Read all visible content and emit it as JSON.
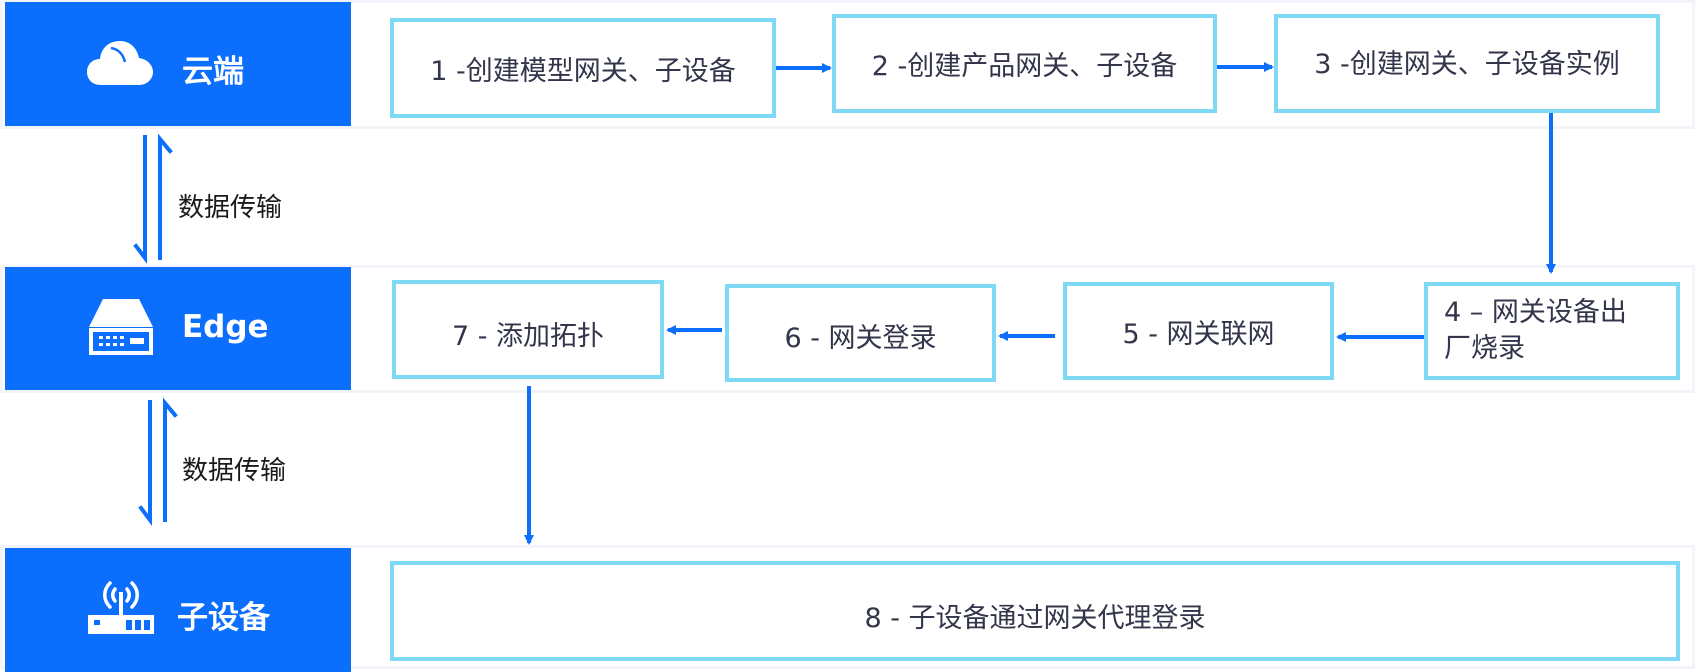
{
  "lanes": [
    {
      "id": "cloud",
      "label": "云端",
      "icon": "cloud-icon"
    },
    {
      "id": "edge",
      "label": "Edge",
      "icon": "gateway-server-icon"
    },
    {
      "id": "subdevice",
      "label": "子设备",
      "icon": "wireless-router-icon"
    }
  ],
  "transfers": [
    {
      "label": "数据传输"
    },
    {
      "label": "数据传输"
    }
  ],
  "steps": [
    {
      "number": 1,
      "label": "1 -创建模型网关、子设备"
    },
    {
      "number": 2,
      "label": "2 -创建产品网关、子设备"
    },
    {
      "number": 3,
      "label": "3 -创建网关、子设备实例"
    },
    {
      "number": 4,
      "label": "4 – 网关设备出厂烧录"
    },
    {
      "number": 5,
      "label": "5 - 网关联网"
    },
    {
      "number": 6,
      "label": "6 - 网关登录"
    },
    {
      "number": 7,
      "label": "7 - 添加拓扑"
    },
    {
      "number": 8,
      "label": "8 - 子设备通过网关代理登录"
    }
  ],
  "flow": [
    [
      1,
      2
    ],
    [
      2,
      3
    ],
    [
      3,
      4
    ],
    [
      4,
      5
    ],
    [
      5,
      6
    ],
    [
      6,
      7
    ],
    [
      7,
      8
    ]
  ],
  "colors": {
    "lane_fill": "#0c6efd",
    "step_border": "#7fd9f5",
    "arrow": "#0c6efd",
    "step_text": "#33364a",
    "band_border": "#f3f4f9"
  }
}
